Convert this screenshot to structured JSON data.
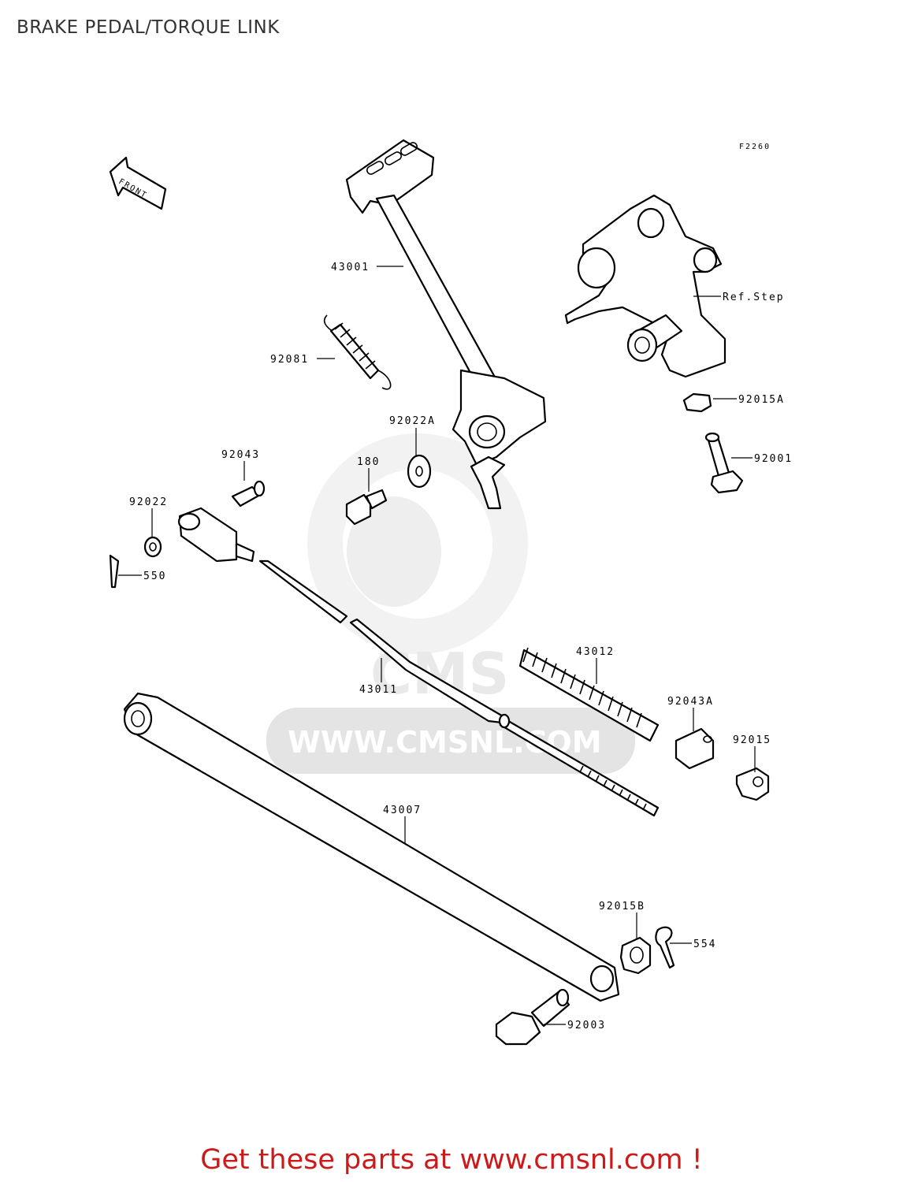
{
  "page": {
    "title": "BRAKE PEDAL/TORQUE LINK",
    "footer": "Get these parts at www.cmsnl.com !"
  },
  "diagram": {
    "code": "F2260",
    "front_label": "FRONT",
    "watermark": {
      "brand": "CMS",
      "url": "WWW.CMSNL.COM"
    },
    "callouts": {
      "p43001": "43001",
      "pRefStep": "Ref.Step",
      "p92081": "92081",
      "p92015A": "92015A",
      "p92022A": "92022A",
      "p92001": "92001",
      "p92043": "92043",
      "p180": "180",
      "p92022": "92022",
      "p550": "550",
      "p43012": "43012",
      "p43011": "43011",
      "p92043A": "92043A",
      "p92015": "92015",
      "p43007": "43007",
      "p92015B": "92015B",
      "p554": "554",
      "p92003": "92003"
    }
  }
}
